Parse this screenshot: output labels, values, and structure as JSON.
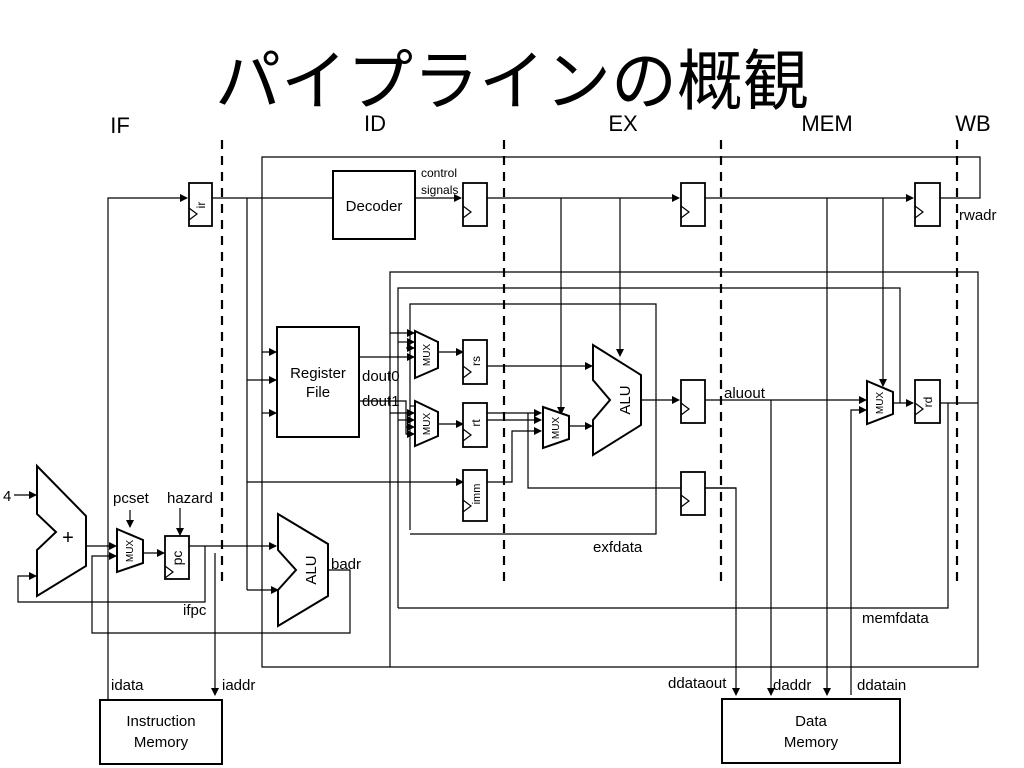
{
  "title": "パイプラインの概観",
  "stages": [
    "IF",
    "ID",
    "EX",
    "MEM",
    "WB"
  ],
  "blocks": {
    "decoder": "Decoder",
    "register_file": [
      "Register",
      "File"
    ],
    "alu": "ALU",
    "mux": "MUX",
    "adder": "+",
    "instruction_memory": [
      "Instruction",
      "Memory"
    ],
    "data_memory": [
      "Data",
      "Memory"
    ]
  },
  "registers": {
    "ir": "ir",
    "pc": "pc",
    "rs": "rs",
    "rt": "rt",
    "imm": "imm",
    "rd": "rd"
  },
  "signals": {
    "control": "control",
    "signals": "signals",
    "const_four": "4",
    "pcset": "pcset",
    "hazard": "hazard",
    "dout0": "dout0",
    "dout1": "dout1",
    "badr": "badr",
    "ifpc": "ifpc",
    "exfdata": "exfdata",
    "aluout": "aluout",
    "rwadr": "rwadr",
    "memfdata": "memfdata",
    "idata": "idata",
    "iaddr": "iaddr",
    "ddataout": "ddataout",
    "daddr": "daddr",
    "ddatain": "ddatain"
  }
}
